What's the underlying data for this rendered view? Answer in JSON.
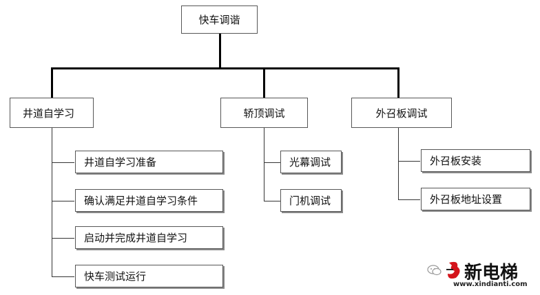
{
  "root": {
    "label": "快车调谐"
  },
  "branches": [
    {
      "label": "井道自学习",
      "children": [
        "井道自学习准备",
        "确认满足井道自学习条件",
        "启动并完成井道自学习",
        "快车测试运行"
      ]
    },
    {
      "label": "轿顶调试",
      "children": [
        "光幕调试",
        "门机调试"
      ]
    },
    {
      "label": "外召板调试",
      "children": [
        "外召板安装",
        "外召板地址设置"
      ]
    }
  ],
  "watermark": {
    "text": "新电梯",
    "url": "www.xindianti.com"
  },
  "colors": {
    "connector": "#000000",
    "box_border": "#555555",
    "logo_red": "#d4141b"
  }
}
